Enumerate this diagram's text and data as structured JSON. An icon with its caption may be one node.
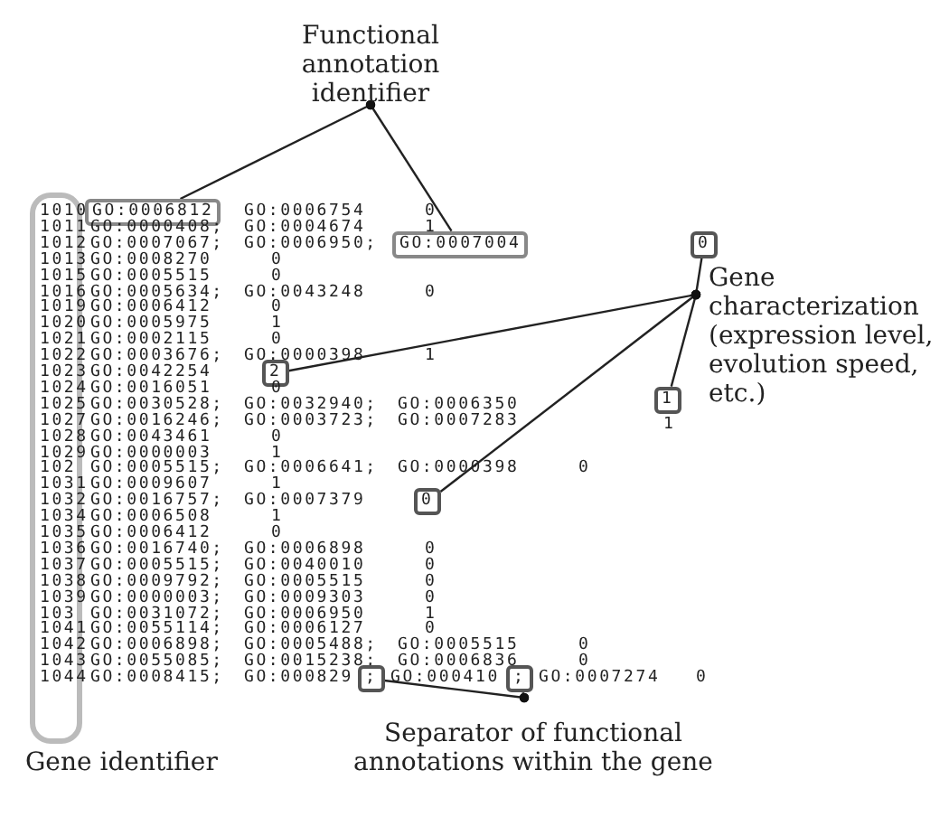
{
  "diagram": {
    "nodes": [
      {
        "text": [
          "Functional annotation identifier"
        ]
      },
      {
        "text": [
          "Gene characterization (expression level, evolution speed, etc.)"
        ]
      },
      {
        "text": [
          "Separator of functional annotations within the gene"
        ]
      },
      {
        "text": [
          "GO:0006812"
        ]
      },
      {
        "text": [
          "GO:0007004"
        ]
      },
      {
        "text": [
          "0"
        ]
      },
      {
        "text": [
          "2"
        ]
      },
      {
        "text": [
          "1"
        ]
      },
      {
        "text": [
          "0"
        ]
      },
      {
        "text": [
          ";"
        ]
      },
      {
        "text": [
          ";"
        ]
      }
    ],
    "edges": [
      {
        "from": 0,
        "to": 3,
        "arrow": "other"
      },
      {
        "from": 0,
        "to": 4,
        "arrow": "other"
      },
      {
        "from": 1,
        "to": 5,
        "arrow": "other"
      },
      {
        "from": 1,
        "to": 6,
        "arrow": "other"
      },
      {
        "from": 1,
        "to": 7,
        "arrow": "other"
      },
      {
        "from": 1,
        "to": 8,
        "arrow": "other"
      },
      {
        "from": 2,
        "to": 9,
        "arrow": "other"
      },
      {
        "from": 2,
        "to": 10,
        "arrow": "other"
      }
    ],
    "labels": [
      "1010",
      "GO:0006754",
      "0",
      "1011",
      "GO:0000408;",
      "GO:0004674",
      "1",
      "1012",
      "GO:0007067;",
      "GO:0006950;",
      "1013",
      "GO:0008270",
      "0",
      "1015",
      "GO:0005515",
      "0",
      "1016",
      "GO:0005634;",
      "GO:0043248",
      "0",
      "1019",
      "GO:0006412",
      "0",
      "1020",
      "GO:0005975",
      "1",
      "1021",
      "GO:0002115",
      "0",
      "1022",
      "GO:0003676;",
      "GO:0000398",
      "1",
      "1023",
      "GO:0042254",
      "1024",
      "GO:0016051",
      "0",
      "1025",
      "GO:0030528;",
      "GO:0032940;",
      "GO:0006350",
      "1027",
      "GO:0016246;",
      "GO:0003723;",
      "GO:0007283",
      "1",
      "1028",
      "GO:0043461",
      "0",
      "1029",
      "GO:0000003",
      "1",
      "102",
      "GO:0005515;",
      "GO:0006641;",
      "GO:0000398",
      "0",
      "1031",
      "GO:0009607",
      "1",
      "1032",
      "GO:0016757;",
      "GO:0007379",
      "1034",
      "GO:0006508",
      "1",
      "1035",
      "GO:0006412",
      "0",
      "1036",
      "GO:0016740;",
      "GO:0006898",
      "0",
      "1037",
      "GO:0005515;",
      "GO:0040010",
      "0",
      "1038",
      "GO:0009792;",
      "GO:0005515",
      "0",
      "1039",
      "GO:0000003;",
      "GO:0009303",
      "0",
      "103",
      "GO:0031072;",
      "GO:0006950",
      "1",
      "1041",
      "GO:0055114;",
      "GO:0006127",
      "0",
      "1042",
      "GO:0006898;",
      "GO:0005488;",
      "GO:0005515",
      "0",
      "1043",
      "GO:0055085;",
      "GO:0015238;",
      "GO:0006836",
      "0",
      "1044",
      "GO:0008415;",
      "GO:000829",
      "GO:000410",
      "GO:0007274",
      "0",
      "Gene identifier"
    ]
  }
}
